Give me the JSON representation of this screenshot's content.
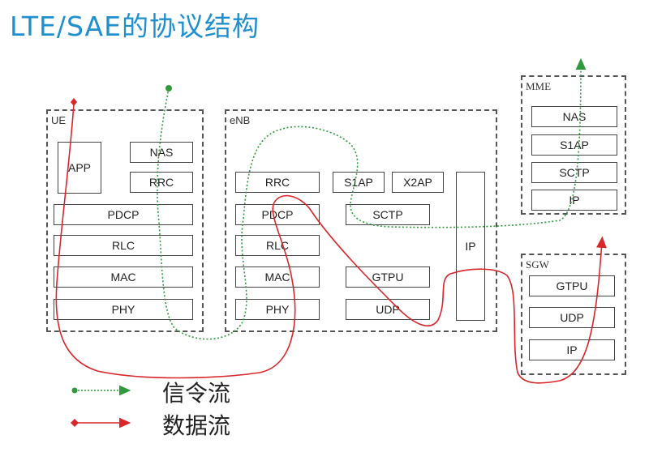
{
  "title": "LTE/SAE的协议结构",
  "ue": {
    "label": "UE",
    "app": "APP",
    "nas": "NAS",
    "rrc": "RRC",
    "pdcp": "PDCP",
    "rlc": "RLC",
    "mac": "MAC",
    "phy": "PHY"
  },
  "enb": {
    "label": "eNB",
    "rrc": "RRC",
    "s1ap": "S1AP",
    "x2ap": "X2AP",
    "pdcp": "PDCP",
    "sctp": "SCTP",
    "rlc": "RLC",
    "ip": "IP",
    "mac": "MAC",
    "gtpu": "GTPU",
    "phy": "PHY",
    "udp": "UDP"
  },
  "mme": {
    "label": "MME",
    "nas": "NAS",
    "s1ap": "S1AP",
    "sctp": "SCTP",
    "ip": "IP"
  },
  "sgw": {
    "label": "SGW",
    "gtpu": "GTPU",
    "udp": "UDP",
    "ip": "IP"
  },
  "legend": {
    "signaling": "信令流",
    "data": "数据流"
  },
  "colors": {
    "title": "#1f8fd0",
    "signaling_flow": "#2e9a3c",
    "data_flow": "#d8262a"
  }
}
